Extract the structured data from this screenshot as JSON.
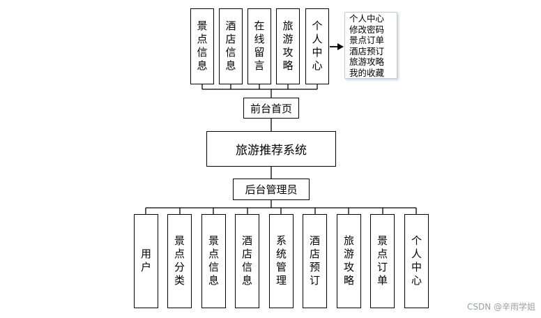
{
  "front": {
    "modules": [
      "景点信息",
      "酒店信息",
      "在线留言",
      "旅游攻略",
      "个人中心"
    ],
    "title": "前台首页",
    "personal_center_items": [
      "个人中心",
      "修改密码",
      "景点订单",
      "酒店预订",
      "旅游攻略",
      "我的收藏"
    ]
  },
  "system_title": "旅游推荐系统",
  "admin": {
    "title": "后台管理员",
    "modules": [
      "用户",
      "景点分类",
      "景点信息",
      "酒店信息",
      "系统管理",
      "酒店预订",
      "旅游攻略",
      "景点订单",
      "个人中心"
    ]
  },
  "watermark": "CSDN @辛雨学姐"
}
